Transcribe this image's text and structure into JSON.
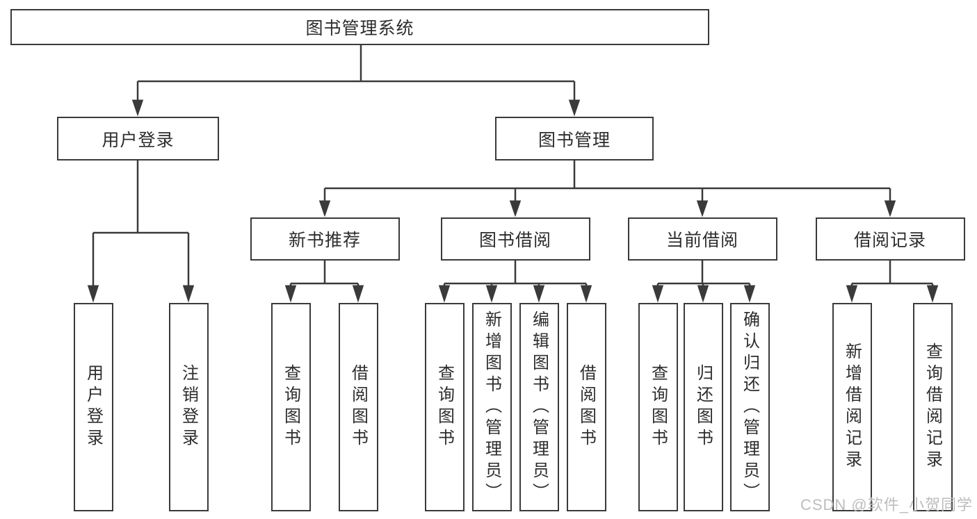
{
  "diagram": {
    "root": {
      "label": "图书管理系统"
    },
    "level2": [
      {
        "label": "用户登录"
      },
      {
        "label": "图书管理"
      }
    ],
    "level3": [
      {
        "label": "新书推荐"
      },
      {
        "label": "图书借阅"
      },
      {
        "label": "当前借阅"
      },
      {
        "label": "借阅记录"
      }
    ],
    "leaves": [
      {
        "label": "用户登录",
        "parent": "用户登录"
      },
      {
        "label": "注销登录",
        "parent": "用户登录"
      },
      {
        "label": "查询图书",
        "parent": "新书推荐"
      },
      {
        "label": "借阅图书",
        "parent": "新书推荐"
      },
      {
        "label": "查询图书",
        "parent": "图书借阅"
      },
      {
        "label": "新增图书（管理员）",
        "parent": "图书借阅"
      },
      {
        "label": "编辑图书（管理员）",
        "parent": "图书借阅"
      },
      {
        "label": "借阅图书",
        "parent": "图书借阅"
      },
      {
        "label": "查询图书",
        "parent": "当前借阅"
      },
      {
        "label": "归还图书",
        "parent": "当前借阅"
      },
      {
        "label": "确认归还（管理员）",
        "parent": "当前借阅"
      },
      {
        "label": "新增借阅记录",
        "parent": "借阅记录"
      },
      {
        "label": "查询借阅记录",
        "parent": "借阅记录"
      }
    ]
  },
  "watermark": {
    "text": "CSDN @软件_小贺同学"
  },
  "colors": {
    "line": "#3a3a3a",
    "text": "#2d2d2d",
    "watermark": "#bdbdbd",
    "background": "#ffffff"
  }
}
